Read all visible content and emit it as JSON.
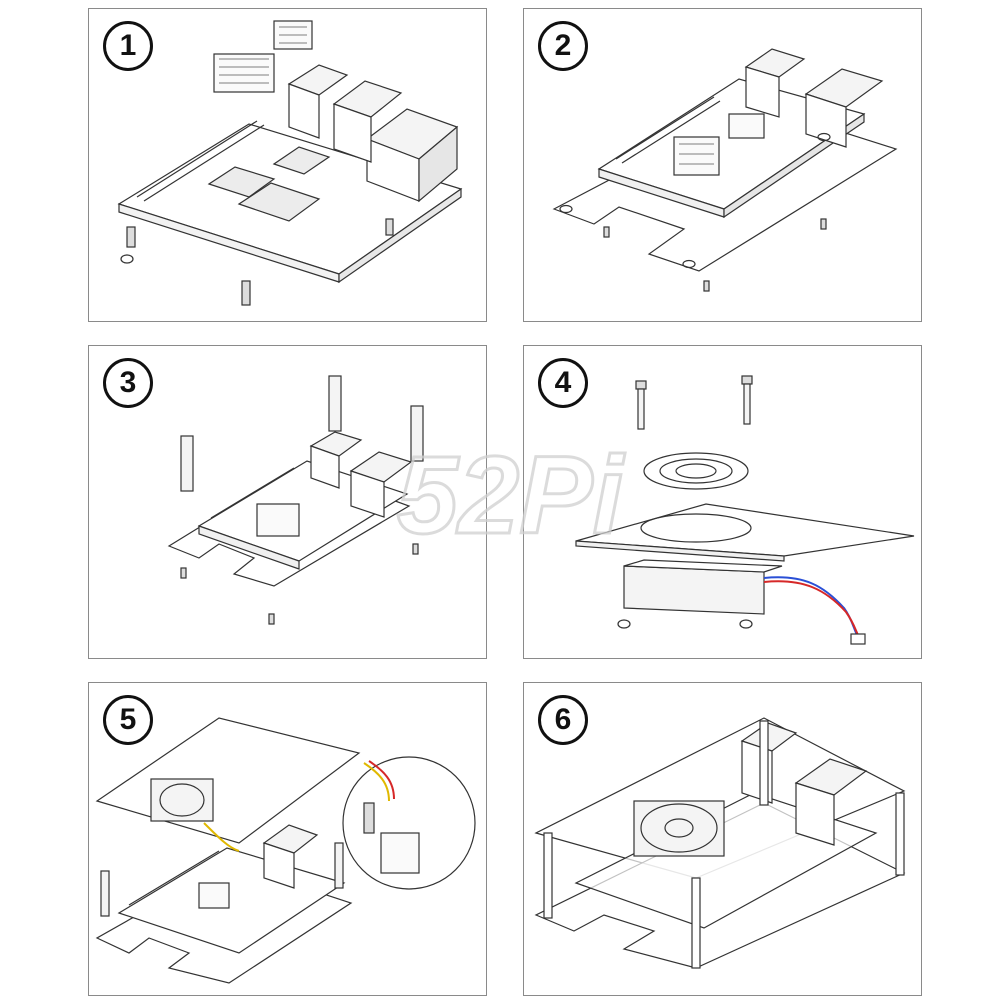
{
  "steps": [
    {
      "number": "1"
    },
    {
      "number": "2"
    },
    {
      "number": "3"
    },
    {
      "number": "4"
    },
    {
      "number": "5"
    },
    {
      "number": "6"
    }
  ],
  "watermark": {
    "text": "52Pi"
  },
  "colors": {
    "line": "#333333",
    "frame": "#8a8a8a",
    "wire_red": "#d62828",
    "wire_blue": "#2a4fd6",
    "wire_yellow": "#e0b800",
    "watermark": "#d0d0d0"
  },
  "icons": [
    "raspberry-pi-board",
    "acrylic-base-plate",
    "standoff",
    "screw",
    "nut",
    "fan",
    "fan-guard",
    "heatsink"
  ]
}
